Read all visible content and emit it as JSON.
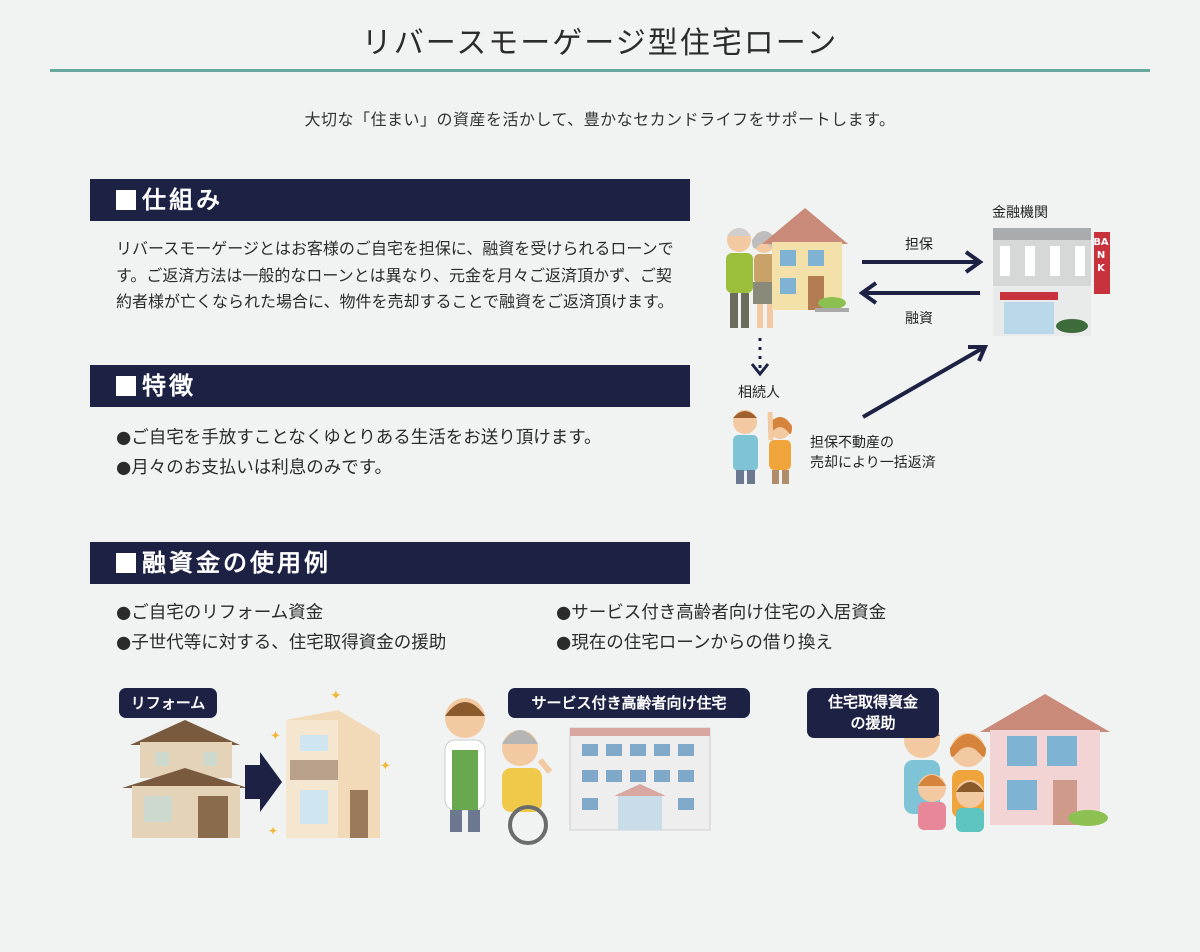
{
  "header": {
    "title": "リバースモーゲージ型住宅ローン",
    "subtitle": "大切な「住まい」の資産を活かして、豊かなセカンドライフをサポートします。"
  },
  "sections": {
    "mechanism": {
      "heading": "仕組み",
      "body": "リバースモーゲージとはお客様のご自宅を担保に、融資を受けられるローンです。ご返済方法は一般的なローンとは異なり、元金を月々ご返済頂かず、ご契約者様が亡くなられた場合に、物件を売却することで融資をご返済頂けます。"
    },
    "features": {
      "heading": "特徴",
      "items": [
        "●ご自宅を手放すことなくゆとりある生活をお送り頂けます。",
        "●月々のお支払いは利息のみです。"
      ]
    },
    "usage": {
      "heading": "融資金の使用例",
      "items_left": [
        "●ご自宅のリフォーム資金",
        "●子世代等に対する、住宅取得資金の援助"
      ],
      "items_right": [
        "●サービス付き高齢者向け住宅の入居資金",
        "●現在の住宅ローンからの借り換え"
      ]
    }
  },
  "diagram": {
    "bank_label": "金融機関",
    "collateral_label": "担保",
    "loan_label": "融資",
    "heir_label": "相続人",
    "repay_label_line1": "担保不動産の",
    "repay_label_line2": "売却により一括返済",
    "bank_sign": "BANK"
  },
  "examples": {
    "reform": "リフォーム",
    "service_housing": "サービス付き高齢者向け住宅",
    "housing_aid_line1": "住宅取得資金",
    "housing_aid_line2": "の援助"
  },
  "colors": {
    "navy": "#1d2244",
    "teal_rule": "#6aa7a0",
    "background": "#f0f3f2",
    "bank_red": "#c8323c"
  }
}
